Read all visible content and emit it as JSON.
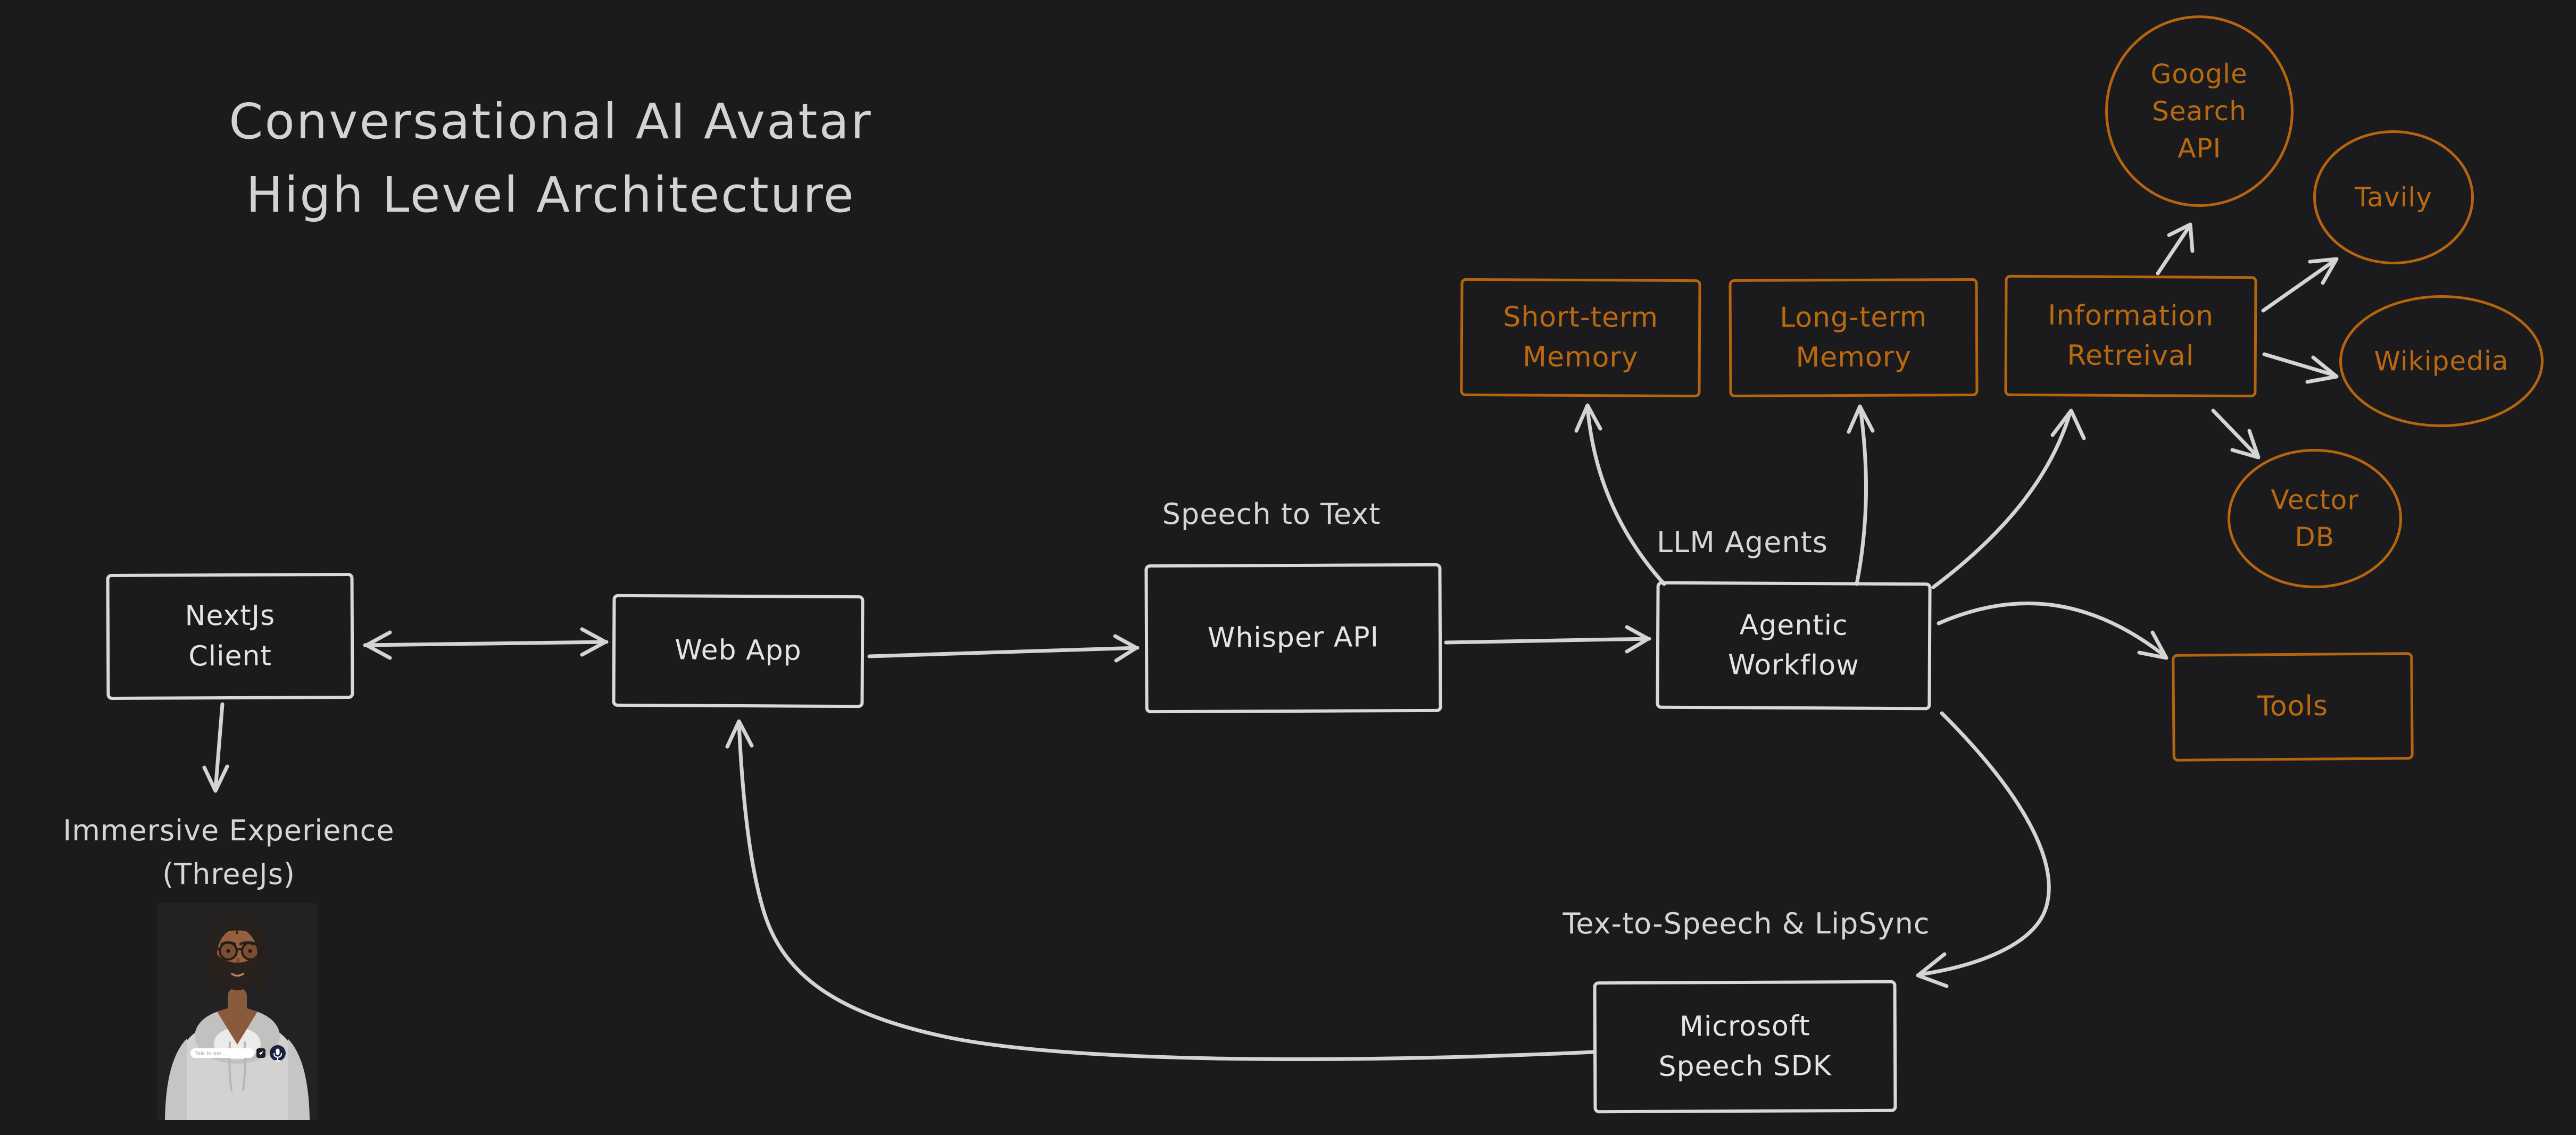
{
  "title": {
    "line1": "Conversational AI Avatar",
    "line2": "High Level Architecture"
  },
  "nodes": {
    "nextjs_client": {
      "label": "NextJs\nClient",
      "shape": "rect",
      "stroke": "white"
    },
    "web_app": {
      "label": "Web App",
      "shape": "rect",
      "stroke": "white"
    },
    "whisper_api": {
      "label": "Whisper API",
      "shape": "rect",
      "stroke": "white"
    },
    "agentic_workflow": {
      "label": "Agentic\nWorkflow",
      "shape": "rect",
      "stroke": "white"
    },
    "microsoft_speech_sdk": {
      "label": "Microsoft\nSpeech SDK",
      "shape": "rect",
      "stroke": "white"
    },
    "short_term_memory": {
      "label": "Short-term\nMemory",
      "shape": "rect",
      "stroke": "orange"
    },
    "long_term_memory": {
      "label": "Long-term\nMemory",
      "shape": "rect",
      "stroke": "orange"
    },
    "information_retreival": {
      "label": "Information\nRetreival",
      "shape": "rect",
      "stroke": "orange"
    },
    "tools": {
      "label": "Tools",
      "shape": "rect",
      "stroke": "orange"
    },
    "google_search_api": {
      "label": "Google\nSearch\nAPI",
      "shape": "ellipse",
      "stroke": "orange"
    },
    "tavily": {
      "label": "Tavily",
      "shape": "ellipse",
      "stroke": "orange"
    },
    "wikipedia": {
      "label": "Wikipedia",
      "shape": "ellipse",
      "stroke": "orange"
    },
    "vector_db": {
      "label": "Vector\nDB",
      "shape": "ellipse",
      "stroke": "orange"
    }
  },
  "annotations": {
    "speech_to_text": "Speech to Text",
    "llm_agents": "LLM Agents",
    "immersive_experience": "Immersive Experience",
    "threejs": "(ThreeJs)",
    "tts_lipsync": "Tex-to-Speech & LipSync"
  },
  "edges": [
    {
      "from": "nextjs_client",
      "to": "web_app",
      "style": "double"
    },
    {
      "from": "nextjs_client",
      "to": "immersive_experience",
      "style": "single"
    },
    {
      "from": "web_app",
      "to": "whisper_api",
      "style": "single"
    },
    {
      "from": "whisper_api",
      "to": "agentic_workflow",
      "style": "single"
    },
    {
      "from": "agentic_workflow",
      "to": "short_term_memory",
      "style": "single"
    },
    {
      "from": "agentic_workflow",
      "to": "long_term_memory",
      "style": "single"
    },
    {
      "from": "agentic_workflow",
      "to": "information_retreival",
      "style": "single"
    },
    {
      "from": "agentic_workflow",
      "to": "tools",
      "style": "single"
    },
    {
      "from": "agentic_workflow",
      "to": "microsoft_speech_sdk",
      "style": "single"
    },
    {
      "from": "microsoft_speech_sdk",
      "to": "web_app",
      "style": "single"
    },
    {
      "from": "information_retreival",
      "to": "google_search_api",
      "style": "single"
    },
    {
      "from": "information_retreival",
      "to": "tavily",
      "style": "single"
    },
    {
      "from": "information_retreival",
      "to": "wikipedia",
      "style": "single"
    },
    {
      "from": "information_retreival",
      "to": "vector_db",
      "style": "single"
    }
  ],
  "avatar": {
    "input_placeholder": "Talk to me...",
    "send_icon": "paper-plane",
    "mic_icon": "microphone"
  },
  "colors": {
    "background": "#1b1b1d",
    "stroke_light": "#d6d6d6",
    "accent_orange": "#b5650e",
    "mic_button_bg": "#1c2144",
    "input_bg": "#ffffff"
  }
}
